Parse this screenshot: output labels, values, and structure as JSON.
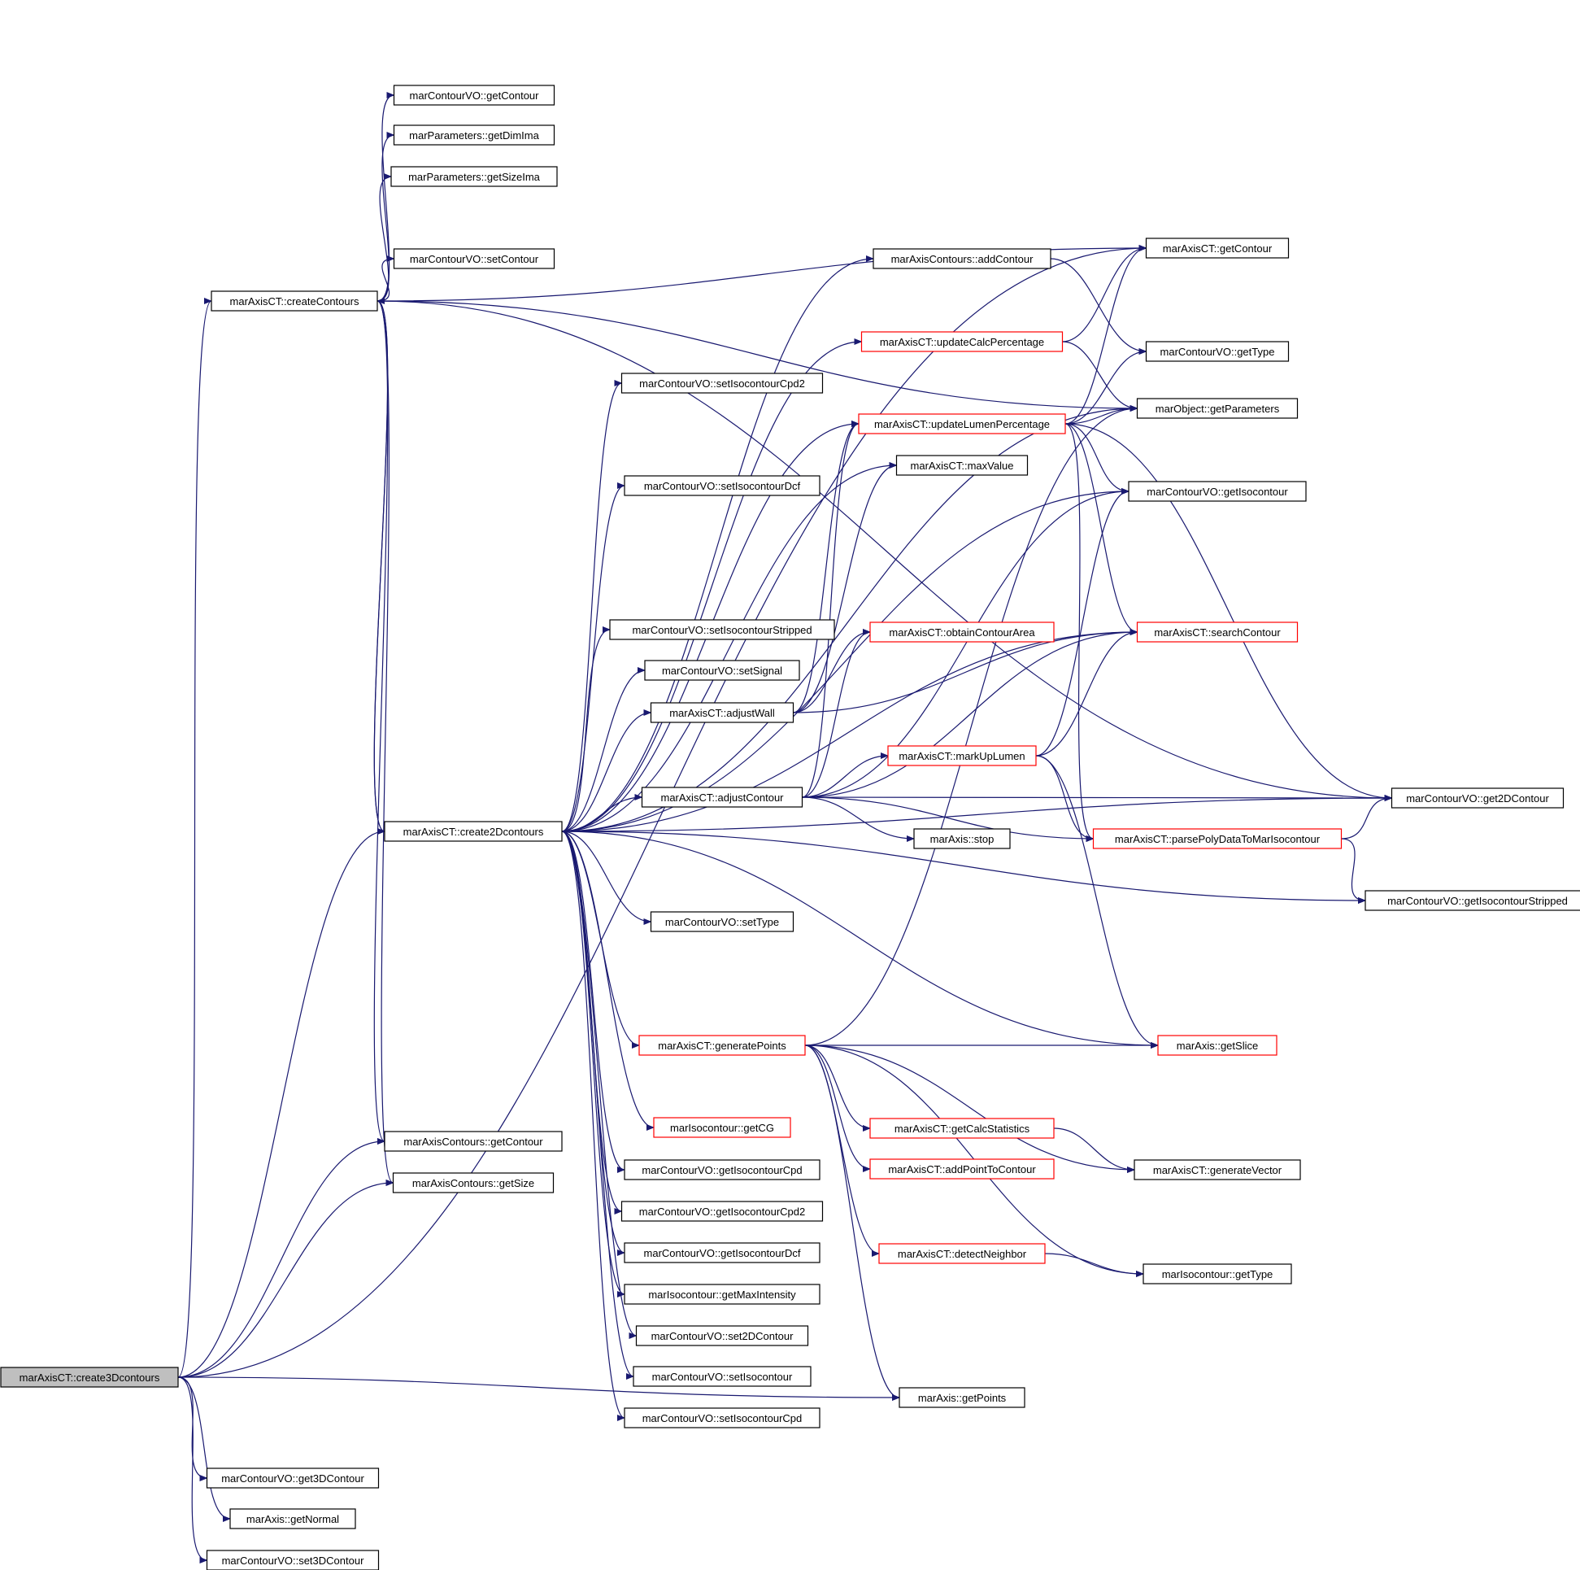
{
  "diagram": {
    "type": "call-graph",
    "colors": {
      "edge": "#191970",
      "node_border": "#000000",
      "truncated_border": "#ff0000",
      "root_fill": "#bfbfbf",
      "background": "#ffffff"
    },
    "nodes": [
      {
        "id": "create3D",
        "label": "marAxisCT::create3Dcontours",
        "style": "root"
      },
      {
        "id": "createContours",
        "label": "marAxisCT::createContours",
        "style": "normal"
      },
      {
        "id": "create2D",
        "label": "marAxisCT::create2Dcontours",
        "style": "normal"
      },
      {
        "id": "vo_getContour",
        "label": "marContourVO::getContour",
        "style": "normal"
      },
      {
        "id": "getDimIma",
        "label": "marParameters::getDimIma",
        "style": "normal"
      },
      {
        "id": "getSizeIma",
        "label": "marParameters::getSizeIma",
        "style": "normal"
      },
      {
        "id": "vo_setContour",
        "label": "marContourVO::setContour",
        "style": "normal"
      },
      {
        "id": "addContour",
        "label": "marAxisContours::addContour",
        "style": "normal"
      },
      {
        "id": "ct_getContour",
        "label": "marAxisCT::getContour",
        "style": "normal"
      },
      {
        "id": "vo_getType",
        "label": "marContourVO::getType",
        "style": "normal"
      },
      {
        "id": "getParameters",
        "label": "marObject::getParameters",
        "style": "normal"
      },
      {
        "id": "updateCalc",
        "label": "marAxisCT::updateCalcPercentage",
        "style": "red"
      },
      {
        "id": "setIsoCpd2",
        "label": "marContourVO::setIsocontourCpd2",
        "style": "normal"
      },
      {
        "id": "updateLumen",
        "label": "marAxisCT::updateLumenPercentage",
        "style": "red"
      },
      {
        "id": "maxValue",
        "label": "marAxisCT::maxValue",
        "style": "normal"
      },
      {
        "id": "setIsoDcf",
        "label": "marContourVO::setIsocontourDcf",
        "style": "normal"
      },
      {
        "id": "getIsocontour",
        "label": "marContourVO::getIsocontour",
        "style": "normal"
      },
      {
        "id": "setIsoStripped",
        "label": "marContourVO::setIsocontourStripped",
        "style": "normal"
      },
      {
        "id": "obtainArea",
        "label": "marAxisCT::obtainContourArea",
        "style": "red"
      },
      {
        "id": "searchContour",
        "label": "marAxisCT::searchContour",
        "style": "red"
      },
      {
        "id": "setSignal",
        "label": "marContourVO::setSignal",
        "style": "normal"
      },
      {
        "id": "adjustWall",
        "label": "marAxisCT::adjustWall",
        "style": "normal"
      },
      {
        "id": "markUpLumen",
        "label": "marAxisCT::markUpLumen",
        "style": "red"
      },
      {
        "id": "adjustContour",
        "label": "marAxisCT::adjustContour",
        "style": "normal"
      },
      {
        "id": "get2D",
        "label": "marContourVO::get2DContour",
        "style": "normal"
      },
      {
        "id": "stop",
        "label": "marAxis::stop",
        "style": "normal"
      },
      {
        "id": "parsePoly",
        "label": "marAxisCT::parsePolyDataToMarIsocontour",
        "style": "red"
      },
      {
        "id": "getIsoStripped",
        "label": "marContourVO::getIsocontourStripped",
        "style": "normal"
      },
      {
        "id": "vo_setType",
        "label": "marContourVO::setType",
        "style": "normal"
      },
      {
        "id": "genPoints",
        "label": "marAxisCT::generatePoints",
        "style": "red"
      },
      {
        "id": "getSlice",
        "label": "marAxis::getSlice",
        "style": "red"
      },
      {
        "id": "getCG",
        "label": "marIsocontour::getCG",
        "style": "red"
      },
      {
        "id": "getCalcStats",
        "label": "marAxisCT::getCalcStatistics",
        "style": "red"
      },
      {
        "id": "axc_getContour",
        "label": "marAxisContours::getContour",
        "style": "normal"
      },
      {
        "id": "addPoint",
        "label": "marAxisCT::addPointToContour",
        "style": "red"
      },
      {
        "id": "genVector",
        "label": "marAxisCT::generateVector",
        "style": "normal"
      },
      {
        "id": "axc_getSize",
        "label": "marAxisContours::getSize",
        "style": "normal"
      },
      {
        "id": "getIsoCpd",
        "label": "marContourVO::getIsocontourCpd",
        "style": "normal"
      },
      {
        "id": "getIsoCpd2",
        "label": "marContourVO::getIsocontourCpd2",
        "style": "normal"
      },
      {
        "id": "getIsoDcf",
        "label": "marContourVO::getIsocontourDcf",
        "style": "normal"
      },
      {
        "id": "detectNeighbor",
        "label": "marAxisCT::detectNeighbor",
        "style": "red"
      },
      {
        "id": "iso_getType",
        "label": "marIsocontour::getType",
        "style": "normal"
      },
      {
        "id": "getMaxIntensity",
        "label": "marIsocontour::getMaxIntensity",
        "style": "normal"
      },
      {
        "id": "set2D",
        "label": "marContourVO::set2DContour",
        "style": "normal"
      },
      {
        "id": "setIsocontour",
        "label": "marContourVO::setIsocontour",
        "style": "normal"
      },
      {
        "id": "getPoints",
        "label": "marAxis::getPoints",
        "style": "normal"
      },
      {
        "id": "setIsoCpd",
        "label": "marContourVO::setIsocontourCpd",
        "style": "normal"
      },
      {
        "id": "get3D",
        "label": "marContourVO::get3DContour",
        "style": "normal"
      },
      {
        "id": "getNormal",
        "label": "marAxis::getNormal",
        "style": "normal"
      },
      {
        "id": "set3D",
        "label": "marContourVO::set3DContour",
        "style": "normal"
      }
    ],
    "edges": [
      [
        "create3D",
        "createContours"
      ],
      [
        "create3D",
        "create2D"
      ],
      [
        "create3D",
        "axc_getContour"
      ],
      [
        "create3D",
        "axc_getSize"
      ],
      [
        "create3D",
        "ct_getContour"
      ],
      [
        "create3D",
        "getPoints"
      ],
      [
        "create3D",
        "get3D"
      ],
      [
        "create3D",
        "getNormal"
      ],
      [
        "create3D",
        "set3D"
      ],
      [
        "createContours",
        "vo_getContour"
      ],
      [
        "createContours",
        "getDimIma"
      ],
      [
        "createContours",
        "getSizeIma"
      ],
      [
        "createContours",
        "vo_setContour"
      ],
      [
        "createContours",
        "ct_getContour"
      ],
      [
        "createContours",
        "getParameters"
      ],
      [
        "createContours",
        "get2D"
      ],
      [
        "createContours",
        "create2D"
      ],
      [
        "createContours",
        "axc_getContour"
      ],
      [
        "createContours",
        "axc_getSize"
      ],
      [
        "create2D",
        "createContours"
      ],
      [
        "create2D",
        "addContour"
      ],
      [
        "create2D",
        "updateCalc"
      ],
      [
        "create2D",
        "setIsoCpd2"
      ],
      [
        "create2D",
        "updateLumen"
      ],
      [
        "create2D",
        "maxValue"
      ],
      [
        "create2D",
        "setIsoDcf"
      ],
      [
        "create2D",
        "setIsoStripped"
      ],
      [
        "create2D",
        "setSignal"
      ],
      [
        "create2D",
        "adjustWall"
      ],
      [
        "create2D",
        "adjustContour"
      ],
      [
        "create2D",
        "vo_setType"
      ],
      [
        "create2D",
        "genPoints"
      ],
      [
        "create2D",
        "getCG"
      ],
      [
        "create2D",
        "getIsoCpd"
      ],
      [
        "create2D",
        "getIsoCpd2"
      ],
      [
        "create2D",
        "getIsoDcf"
      ],
      [
        "create2D",
        "getMaxIntensity"
      ],
      [
        "create2D",
        "set2D"
      ],
      [
        "create2D",
        "setIsocontour"
      ],
      [
        "create2D",
        "setIsoCpd"
      ],
      [
        "create2D",
        "getSlice"
      ],
      [
        "create2D",
        "getIsoStripped"
      ],
      [
        "create2D",
        "get2D"
      ],
      [
        "create2D",
        "getParameters"
      ],
      [
        "create2D",
        "getIsocontour"
      ],
      [
        "create2D",
        "searchContour"
      ],
      [
        "addContour",
        "vo_getType"
      ],
      [
        "updateCalc",
        "ct_getContour"
      ],
      [
        "updateCalc",
        "getParameters"
      ],
      [
        "updateLumen",
        "ct_getContour"
      ],
      [
        "updateLumen",
        "vo_getType"
      ],
      [
        "updateLumen",
        "getParameters"
      ],
      [
        "updateLumen",
        "getIsocontour"
      ],
      [
        "updateLumen",
        "get2D"
      ],
      [
        "updateLumen",
        "searchContour"
      ],
      [
        "updateLumen",
        "parsePoly"
      ],
      [
        "adjustWall",
        "updateLumen"
      ],
      [
        "adjustWall",
        "maxValue"
      ],
      [
        "adjustWall",
        "obtainArea"
      ],
      [
        "adjustWall",
        "searchContour"
      ],
      [
        "adjustContour",
        "markUpLumen"
      ],
      [
        "adjustContour",
        "stop"
      ],
      [
        "adjustContour",
        "parsePoly"
      ],
      [
        "adjustContour",
        "get2D"
      ],
      [
        "adjustContour",
        "getIsocontour"
      ],
      [
        "adjustContour",
        "updateLumen"
      ],
      [
        "adjustContour",
        "obtainArea"
      ],
      [
        "adjustContour",
        "searchContour"
      ],
      [
        "markUpLumen",
        "getIsocontour"
      ],
      [
        "markUpLumen",
        "searchContour"
      ],
      [
        "markUpLumen",
        "parsePoly"
      ],
      [
        "markUpLumen",
        "getSlice"
      ],
      [
        "parsePoly",
        "get2D"
      ],
      [
        "parsePoly",
        "getIsoStripped"
      ],
      [
        "genPoints",
        "getSlice"
      ],
      [
        "genPoints",
        "getCalcStats"
      ],
      [
        "genPoints",
        "addPoint"
      ],
      [
        "genPoints",
        "genVector"
      ],
      [
        "genPoints",
        "detectNeighbor"
      ],
      [
        "genPoints",
        "iso_getType"
      ],
      [
        "genPoints",
        "getPoints"
      ],
      [
        "genPoints",
        "getParameters"
      ],
      [
        "getCalcStats",
        "genVector"
      ],
      [
        "detectNeighbor",
        "iso_getType"
      ]
    ]
  }
}
